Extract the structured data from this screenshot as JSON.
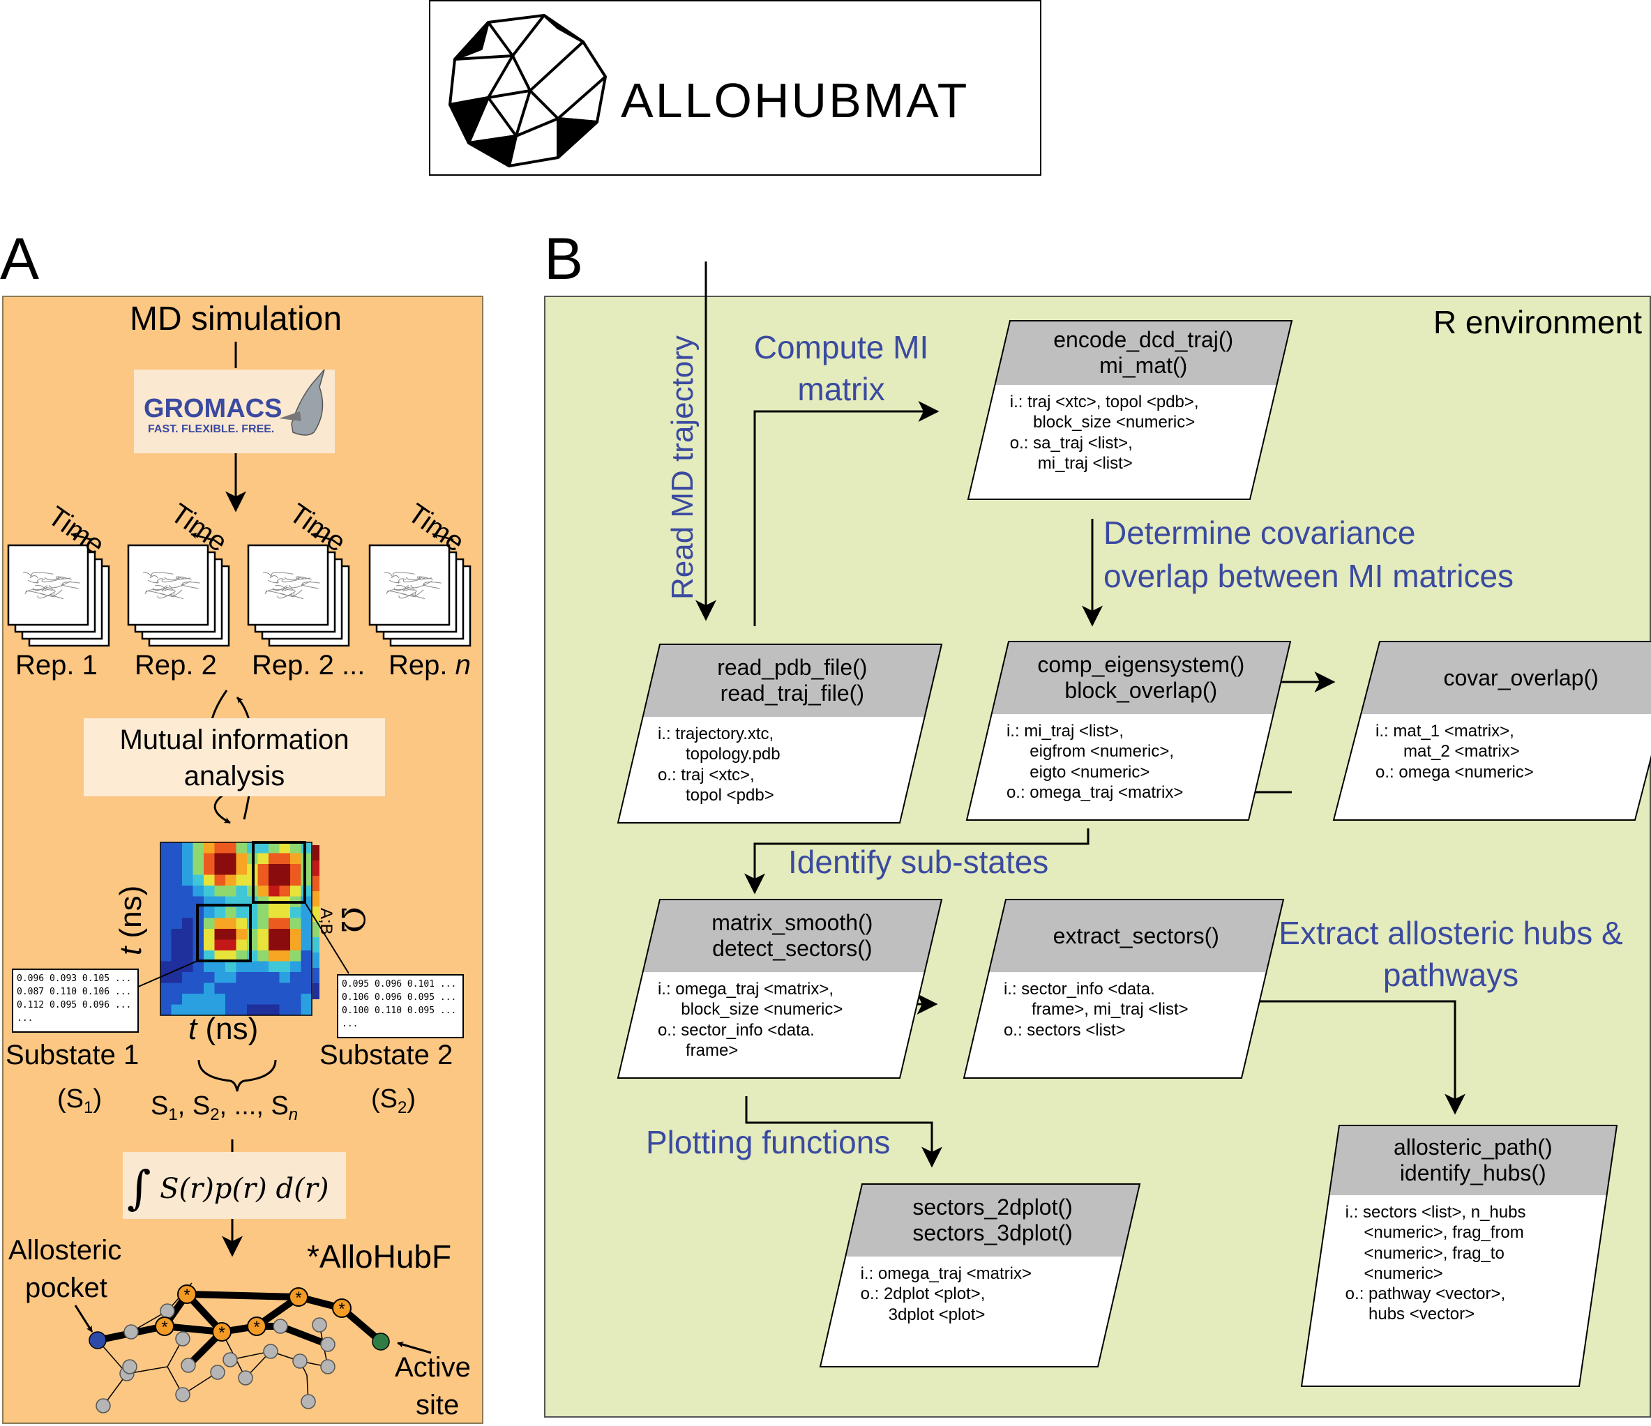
{
  "colors": {
    "panel_a_bg": "#fcc783",
    "panel_b_bg": "#e4ebbc",
    "blue_text": "#3a4aa0",
    "header_gray": "#bfbfbf",
    "hub_orange": "#f39b25",
    "pocket_blue": "#2e4aa8",
    "site_green": "#2f7d45",
    "node_gray": "#b5b5b5"
  },
  "header": {
    "logo_text": "ALLOHUBMAT",
    "logo_icon": "geodesic-sphere-icon"
  },
  "panel_a": {
    "letter": "A",
    "md_simulation": "MD simulation",
    "gromacs": {
      "name": "GROMACS",
      "tagline": "FAST. FLEXIBLE. FREE.",
      "icon": "falcon-icon"
    },
    "time_labels": [
      "Time",
      "Time",
      "Time",
      "Time"
    ],
    "rep_labels": [
      "Rep. 1",
      "Rep. 2",
      "Rep. 2 ...",
      "Rep. n"
    ],
    "mi_analysis": [
      "Mutual information",
      "analysis"
    ],
    "heatmap": {
      "y_axis": "t (ns)",
      "x_axis": "t (ns)",
      "colorbar_label": "Ω",
      "colorbar_sub": "A;B"
    },
    "substate1": {
      "matrix": [
        "0.096 0.093 0.105 ...",
        "0.087 0.110 0.106 ...",
        "0.112 0.095 0.096 ...",
        "..."
      ],
      "label": "Substate 1",
      "symbol": "(S1)"
    },
    "substate2": {
      "matrix": [
        "0.095 0.096 0.101 ...",
        "0.106 0.096 0.095 ...",
        "0.100 0.110 0.095 ...",
        "..."
      ],
      "label": "Substate 2",
      "symbol": "(S2)"
    },
    "substates_list": "S1, S2, ..., Sn",
    "integral": "∫ S(r)p(r)   d(r)",
    "allohubf": "*AlloHubF",
    "allosteric_pocket": [
      "Allosteric",
      "pocket"
    ],
    "active_site": [
      "Active",
      "site"
    ]
  },
  "panel_b": {
    "letter": "B",
    "environment": "R environment",
    "steps": {
      "read_md": "Read MD trajectory",
      "compute_mi": [
        "Compute MI",
        "matrix"
      ],
      "covariance": [
        "Determine covariance",
        "overlap between MI matrices"
      ],
      "substates": "Identify sub-states",
      "hubs": [
        "Extract allosteric hubs &",
        "pathways"
      ],
      "plotting": "Plotting functions"
    },
    "boxes": {
      "encode": {
        "header": [
          "encode_dcd_traj()",
          "mi_mat()"
        ],
        "body": [
          "i.: traj <xtc>, topol <pdb>,",
          "     block_size <numeric>",
          "o.: sa_traj <list>,",
          "      mi_traj <list>"
        ]
      },
      "read": {
        "header": [
          "read_pdb_file()",
          "read_traj_file()"
        ],
        "body": [
          "i.: trajectory.xtc,",
          "      topology.pdb",
          "o.: traj <xtc>,",
          "      topol <pdb>"
        ]
      },
      "comp": {
        "header": [
          "comp_eigensystem()",
          "block_overlap()"
        ],
        "body": [
          "i.: mi_traj <list>,",
          "     eigfrom <numeric>,",
          "     eigto <numeric>",
          "o.: omega_traj <matrix>"
        ]
      },
      "covar": {
        "header": [
          "covar_overlap()"
        ],
        "body": [
          "i.: mat_1 <matrix>,",
          "      mat_2 <matrix>",
          "o.: omega <numeric>"
        ]
      },
      "smooth": {
        "header": [
          "matrix_smooth()",
          "detect_sectors()"
        ],
        "body": [
          "i.: omega_traj <matrix>,",
          "     block_size <numeric>",
          "o.: sector_info <data.",
          "      frame>"
        ]
      },
      "extract": {
        "header": [
          "extract_sectors()"
        ],
        "body": [
          "i.: sector_info <data.",
          "      frame>, mi_traj <list>",
          "o.: sectors <list>"
        ]
      },
      "plots": {
        "header": [
          "sectors_2dplot()",
          "sectors_3dplot()"
        ],
        "body": [
          "i.: omega_traj <matrix>",
          "o.: 2dplot <plot>,",
          "      3dplot <plot>"
        ]
      },
      "allosteric": {
        "header": [
          "allosteric_path()",
          "identify_hubs()"
        ],
        "body": [
          "i.: sectors <list>, n_hubs",
          "    <numeric>, frag_from",
          "    <numeric>, frag_to",
          "    <numeric>",
          "o.: pathway <vector>,",
          "     hubs <vector>"
        ]
      }
    }
  }
}
